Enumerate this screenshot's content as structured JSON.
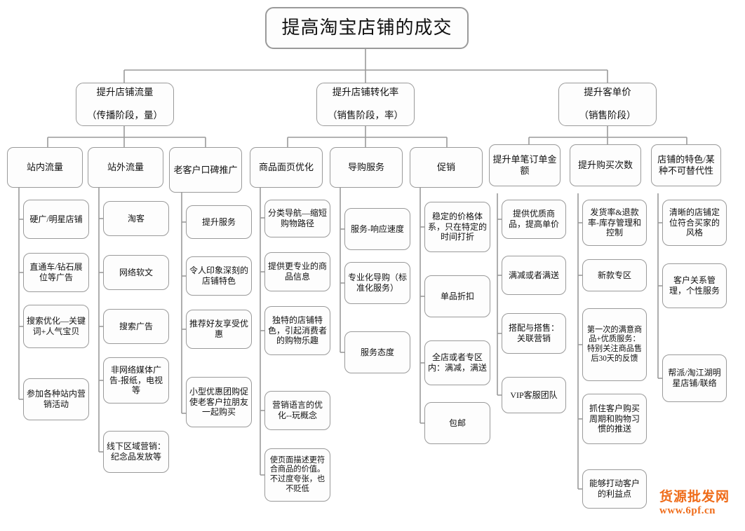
{
  "diagram": {
    "title": "提高淘宝店铺的成交",
    "type": "tree-mindmap",
    "line_color": "#9a9a9a",
    "node_fill": "#fdfdfd",
    "text_color": "#111111",
    "branches": [
      {
        "id": "traffic",
        "label": "提升店铺流量\n（传播阶段，量）",
        "label_line1": "提升店铺流量",
        "label_line2": "（传播阶段，量）",
        "groups": [
          {
            "id": "onsite",
            "label": "站内流量",
            "items": [
              "硬广/明星店铺",
              "直通车/钻石展位等广告",
              "搜索优化—关键词+人气宝贝",
              "参加各种站内营销活动"
            ]
          },
          {
            "id": "offsite",
            "label": "站外流量",
            "items": [
              "淘客",
              "网络软文",
              "搜索广告",
              "非网络媒体广告-报纸，电视等",
              "线下区域营销：纪念品发放等"
            ]
          },
          {
            "id": "wordofmouth",
            "label": "老客户口碑推广",
            "items": [
              "提升服务",
              "令人印象深刻的店铺特色",
              "推荐好友享受优惠",
              "小型优惠团购促使老客户拉朋友一起购买"
            ]
          }
        ]
      },
      {
        "id": "conversion",
        "label": "提升店铺转化率\n（销售阶段，率）",
        "label_line1": "提升店铺转化率",
        "label_line2": "（销售阶段，率）",
        "groups": [
          {
            "id": "pagedesign",
            "label": "商品面页优化",
            "items": [
              "分类导航—缩短购物路径",
              "提供更专业的商品信息",
              "独特的店铺特色，引起消费者的购物乐趣",
              "营销语言的优化--玩概念",
              "使页面描述更符合商品的价值。不过度夸张，也不贬低"
            ]
          },
          {
            "id": "guideservice",
            "label": "导购服务",
            "items": [
              "服务-响应速度",
              "专业化导购（标准化服务）",
              "服务态度"
            ]
          },
          {
            "id": "promotion",
            "label": "促销",
            "items": [
              "稳定的价格体系，只在特定的时间打折",
              "单品折扣",
              "全店或者专区内：满减，满送",
              "包邮"
            ]
          }
        ]
      },
      {
        "id": "ordervalue",
        "label": "提升客单价\n（销售阶段）",
        "label_line1": "提升客单价",
        "label_line2": "（销售阶段）",
        "groups": [
          {
            "id": "singleorder",
            "label": "提升单笔订单金额",
            "items": [
              "提供优质商品，提高单价",
              "满减或者满送",
              "搭配与搭售：关联营销",
              "VIP客服团队"
            ]
          },
          {
            "id": "purchasefreq",
            "label": "提升购买次数",
            "items": [
              "发货率&退款率-库存管理和控制",
              "新款专区",
              "第一次的满意商品+优质服务：特别关注商品售后30天的反馈",
              "抓住客户购买周期和购物习惯的推送",
              "能够打动客户的利益点"
            ]
          },
          {
            "id": "uniqueness",
            "label": "店铺的特色/某种不可替代性",
            "items": [
              "清晰的店铺定位符合买家的风格",
              "客户关系管理，个性服务",
              "帮派/淘江湖明星店铺/联络"
            ]
          }
        ]
      }
    ]
  },
  "watermark": {
    "brand": "货源批发网",
    "url": "www.6pf.cn",
    "color": "#ef6c1a"
  }
}
